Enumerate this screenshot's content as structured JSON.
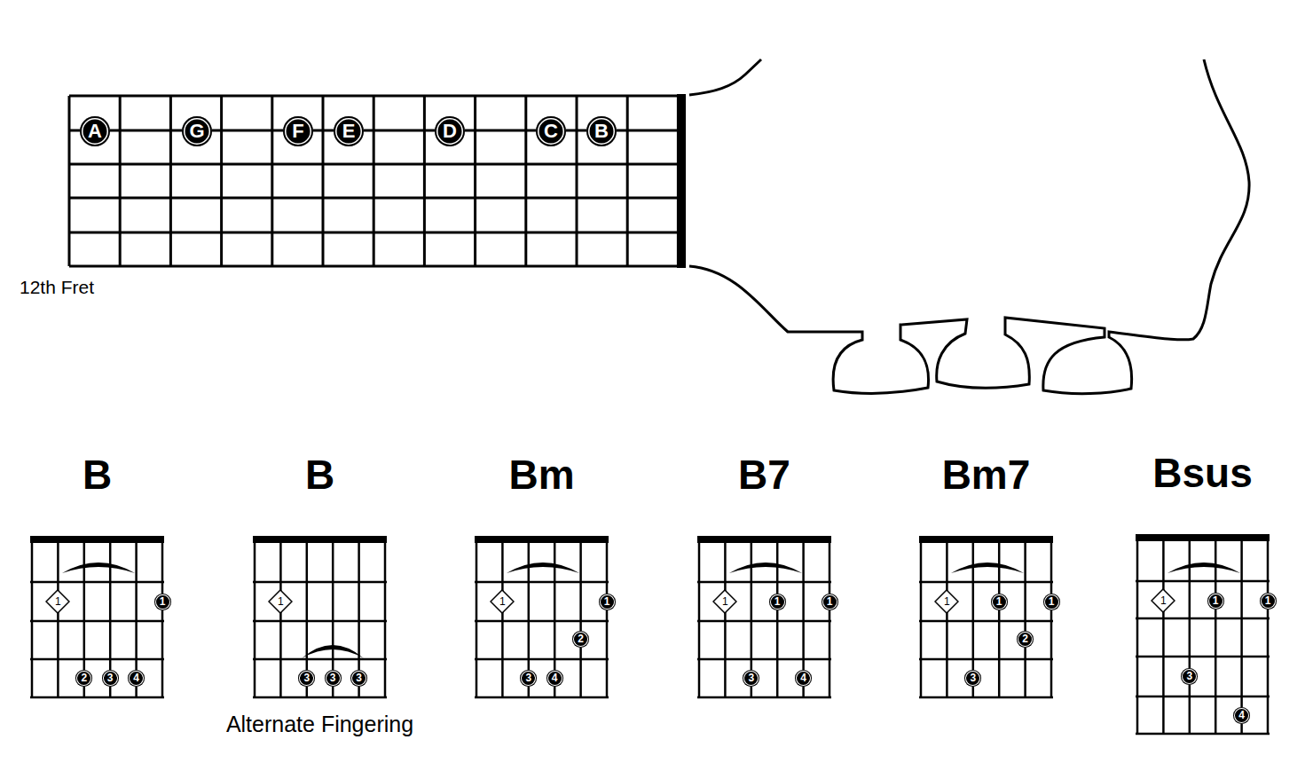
{
  "diagram": {
    "nodes": [
      {
        "text": [
          "A"
        ]
      },
      {
        "text": [
          "G"
        ]
      },
      {
        "text": [
          "F"
        ]
      },
      {
        "text": [
          "E"
        ]
      },
      {
        "text": [
          "D"
        ]
      },
      {
        "text": [
          "C"
        ]
      },
      {
        "text": [
          "B"
        ]
      },
      {
        "text": [
          "B"
        ]
      },
      {
        "text": [
          "1"
        ],
        "in": 7
      },
      {
        "text": [
          "1"
        ],
        "in": 7
      },
      {
        "text": [
          "2"
        ],
        "in": 7
      },
      {
        "text": [
          "3"
        ],
        "in": 7
      },
      {
        "text": [
          "4"
        ],
        "in": 7
      },
      {
        "text": [
          "B",
          "Alternate Fingering"
        ]
      },
      {
        "text": [
          "1"
        ],
        "in": 13
      },
      {
        "text": [
          "3"
        ],
        "in": 13
      },
      {
        "text": [
          "3"
        ],
        "in": 13
      },
      {
        "text": [
          "3"
        ],
        "in": 13
      },
      {
        "text": [
          "Bm"
        ]
      },
      {
        "text": [
          "1"
        ],
        "in": 18
      },
      {
        "text": [
          "1"
        ],
        "in": 18
      },
      {
        "text": [
          "2"
        ],
        "in": 18
      },
      {
        "text": [
          "3"
        ],
        "in": 18
      },
      {
        "text": [
          "4"
        ],
        "in": 18
      },
      {
        "text": [
          "B7"
        ]
      },
      {
        "text": [
          "1"
        ],
        "in": 24
      },
      {
        "text": [
          "1"
        ],
        "in": 24
      },
      {
        "text": [
          "1"
        ],
        "in": 24
      },
      {
        "text": [
          "3"
        ],
        "in": 24
      },
      {
        "text": [
          "4"
        ],
        "in": 24
      },
      {
        "text": [
          "Bm7"
        ]
      },
      {
        "text": [
          "1"
        ],
        "in": 30
      },
      {
        "text": [
          "1"
        ],
        "in": 30
      },
      {
        "text": [
          "1"
        ],
        "in": 30
      },
      {
        "text": [
          "2"
        ],
        "in": 30
      },
      {
        "text": [
          "3"
        ],
        "in": 30
      },
      {
        "text": [
          "Bsus"
        ]
      },
      {
        "text": [
          "1"
        ],
        "in": 36
      },
      {
        "text": [
          "1"
        ],
        "in": 36
      },
      {
        "text": [
          "1"
        ],
        "in": 36
      },
      {
        "text": [
          "3"
        ],
        "in": 36
      },
      {
        "text": [
          "4"
        ],
        "in": 36
      }
    ],
    "labels": [
      "12th Fret"
    ]
  }
}
